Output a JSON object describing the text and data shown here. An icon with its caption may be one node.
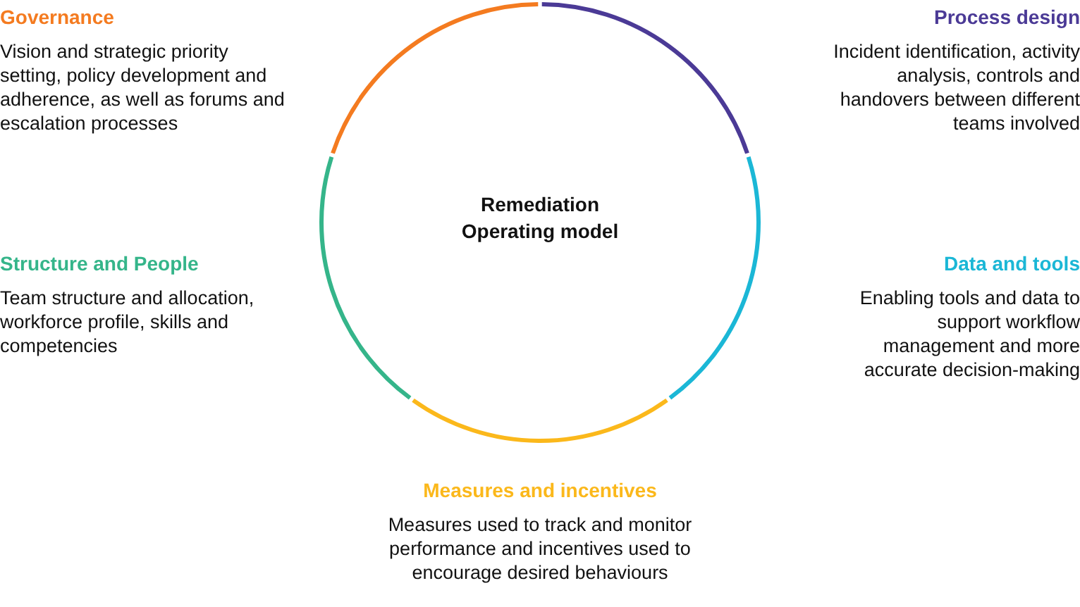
{
  "diagram": {
    "nodes": [
      {
        "text": [
          "Governance",
          "Vision and strategic priority setting, policy development and adherence, as well as forums and escalation processes"
        ]
      },
      {
        "text": [
          "Process design",
          "Incident identification, activity analysis, controls and handovers between different teams involved"
        ]
      },
      {
        "text": [
          "Remediation Operating model"
        ]
      },
      {
        "text": [
          "Structure and People",
          "Team structure and allocation, workforce profile, skills and competencies"
        ]
      },
      {
        "text": [
          "Data and tools",
          "Enabling tools and data to support workflow management and more accurate decision-making"
        ]
      },
      {
        "text": [
          "Measures and incentives",
          "Measures used to track and monitor performance and incentives used to encourage desired behaviours"
        ]
      }
    ]
  }
}
